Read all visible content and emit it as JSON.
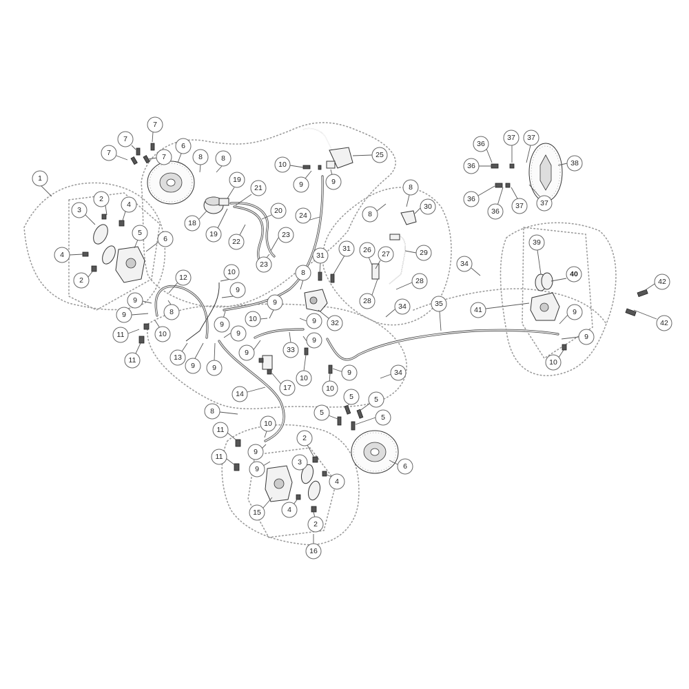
{
  "diagram": {
    "callouts": {
      "c1": "1",
      "c2a": "2",
      "c2b": "2",
      "c3a": "3",
      "c4a": "4",
      "c4b": "4",
      "c5": "5",
      "c6a": "6",
      "c7a": "7",
      "c7b": "7",
      "c7c": "7",
      "c7d": "7",
      "c6b": "6",
      "c8a": "8",
      "c8b": "8",
      "c19a": "19",
      "c18": "18",
      "c19b": "19",
      "c21": "21",
      "c20": "20",
      "c22": "22",
      "c23a": "23",
      "c23b": "23",
      "c10a": "10",
      "c9a": "9",
      "c9b": "9",
      "c25": "25",
      "c24": "24",
      "c36a": "36",
      "c36b": "36",
      "c36c": "36",
      "c36d": "36",
      "c37a": "37",
      "c37b": "37",
      "c37c": "37",
      "c37d": "37",
      "c38": "38",
      "c8c": "8",
      "c8d": "8",
      "c30": "30",
      "c29": "29",
      "c26": "26",
      "c27": "27",
      "c28a": "28",
      "c28b": "28",
      "c31a": "31",
      "c31b": "31",
      "c8e": "8",
      "c34a": "34",
      "c34b": "34",
      "c34c": "34",
      "c39": "39",
      "c40": "40",
      "c41": "41",
      "c42a": "42",
      "c42b": "42",
      "c9c": "9",
      "c9d": "9",
      "c10b": "10",
      "c35": "35",
      "c12": "12",
      "c9e": "9",
      "c9f": "9",
      "c8f": "8",
      "c10c": "10",
      "c11a": "11",
      "c11b": "11",
      "c10d": "10",
      "c9g": "9",
      "c9h": "9",
      "c9i": "9",
      "c13": "13",
      "c9j": "9",
      "c9k": "9",
      "c10e": "10",
      "c9l": "9",
      "c9m": "9",
      "c32": "32",
      "c9n": "9",
      "c33": "33",
      "c9o": "9",
      "c17": "17",
      "c10f": "10",
      "c9p": "9",
      "c10g": "10",
      "c14": "14",
      "c8g": "8",
      "c11c": "11",
      "c11d": "11",
      "c10h": "10",
      "c9q": "9",
      "c9r": "9",
      "c5a": "5",
      "c5b": "5",
      "c5c": "5",
      "c5d": "5",
      "c2c": "2",
      "c3b": "3",
      "c4c": "4",
      "c4d": "4",
      "c2d": "2",
      "c15": "15",
      "c16": "16",
      "c6c": "6"
    }
  }
}
